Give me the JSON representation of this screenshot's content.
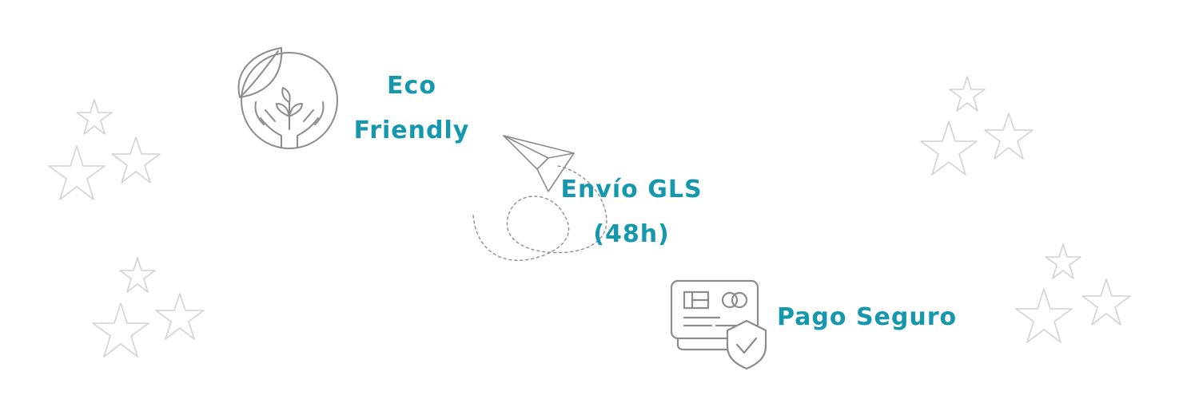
{
  "colors": {
    "accent_text": "#1598ad",
    "sketch_gray": "#8c8c8c",
    "star_gray": "#d2d2d2"
  },
  "features": [
    {
      "icon": "leaf-hands-icon",
      "lines": [
        "Eco",
        "Friendly"
      ]
    },
    {
      "icon": "paper-plane-icon",
      "lines": [
        "Envío GLS",
        "(48h)"
      ]
    },
    {
      "icon": "credit-card-shield-icon",
      "lines": [
        "Pago Seguro"
      ]
    }
  ],
  "decorations": [
    "star-cluster-icon",
    "star-cluster-icon",
    "star-cluster-icon",
    "star-cluster-icon"
  ]
}
